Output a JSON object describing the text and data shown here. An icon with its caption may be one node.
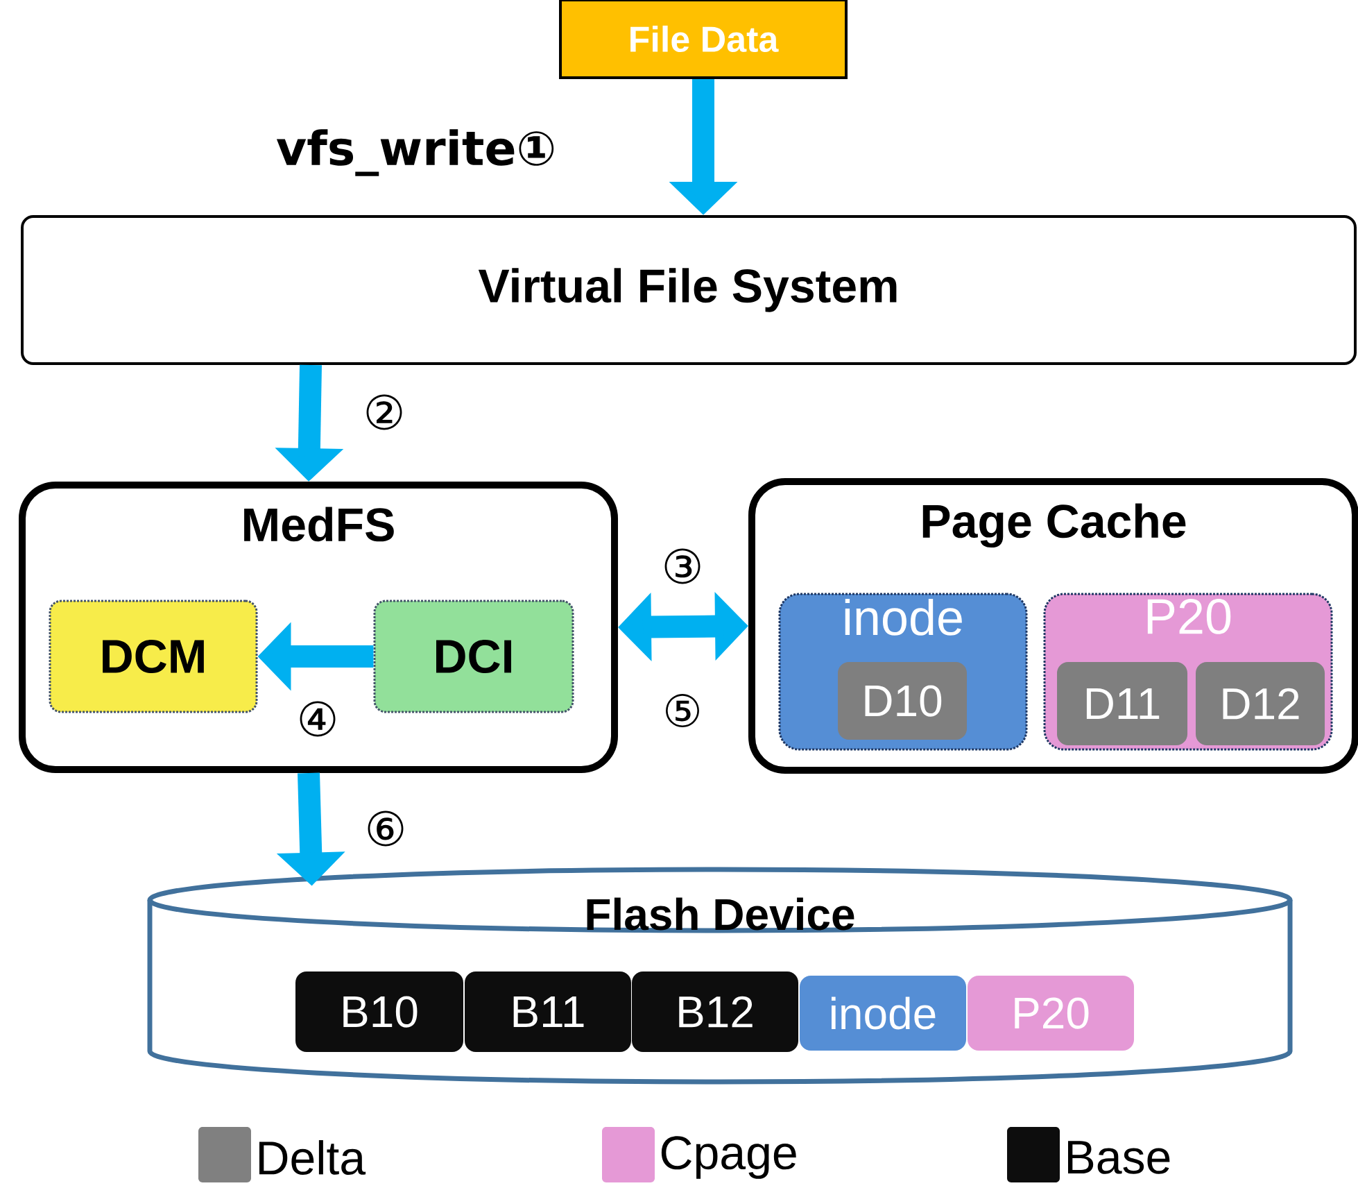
{
  "diagram": {
    "nodes": [
      {
        "text": [
          "File Data"
        ]
      },
      {
        "text": [
          "Virtual File System"
        ]
      },
      {
        "text": [
          "MedFS"
        ]
      },
      {
        "text": [
          "DCM"
        ],
        "in": 2
      },
      {
        "text": [
          "DCI"
        ],
        "in": 2
      },
      {
        "text": [
          "Page Cache"
        ]
      },
      {
        "text": [
          "inode"
        ],
        "in": 5
      },
      {
        "text": [
          "D10"
        ],
        "in": 6
      },
      {
        "text": [
          "P20"
        ],
        "in": 5
      },
      {
        "text": [
          "D11"
        ],
        "in": 8
      },
      {
        "text": [
          "D12"
        ],
        "in": 8
      },
      {
        "text": [
          "Flash Device"
        ]
      },
      {
        "text": [
          "B10"
        ],
        "in": 11
      },
      {
        "text": [
          "B11"
        ],
        "in": 11
      },
      {
        "text": [
          "B12"
        ],
        "in": 11
      },
      {
        "text": [
          "inode"
        ],
        "in": 11
      },
      {
        "text": [
          "P20"
        ],
        "in": 11
      }
    ],
    "edges": [
      {
        "from": 0,
        "to": 1,
        "arrow": "to",
        "label": "vfs_write①"
      },
      {
        "from": 1,
        "to": 2,
        "arrow": "to",
        "label": "②"
      },
      {
        "from": 4,
        "to": 3,
        "arrow": "to",
        "label": "④"
      },
      {
        "from": 2,
        "to": 5,
        "arrow": "both",
        "label": "③"
      },
      {
        "from": 2,
        "to": 11,
        "arrow": "to",
        "label": "⑥"
      }
    ],
    "labels": [
      "⑤"
    ],
    "legend": [
      {
        "text": "Delta",
        "color": "#808080"
      },
      {
        "text": "Cpage",
        "color": "#e599d6"
      },
      {
        "text": "Base",
        "color": "#0d0d0d"
      }
    ]
  }
}
